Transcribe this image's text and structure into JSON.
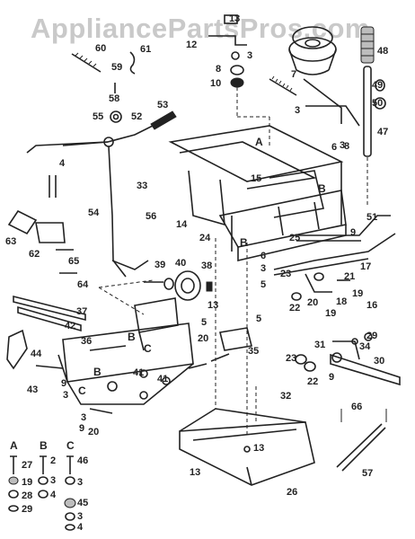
{
  "watermark": "AppliancePartsPros.com",
  "callouts": [
    {
      "id": "p13a",
      "label": "13"
    },
    {
      "id": "p12",
      "label": "12"
    },
    {
      "id": "p3a",
      "label": "3"
    },
    {
      "id": "p8a",
      "label": "8"
    },
    {
      "id": "p10",
      "label": "10"
    },
    {
      "id": "p7",
      "label": "7"
    },
    {
      "id": "p3b",
      "label": "3"
    },
    {
      "id": "p48",
      "label": "48"
    },
    {
      "id": "p49",
      "label": "49"
    },
    {
      "id": "p50",
      "label": "50"
    },
    {
      "id": "p47",
      "label": "47"
    },
    {
      "id": "p60",
      "label": "60"
    },
    {
      "id": "p61",
      "label": "61"
    },
    {
      "id": "p59",
      "label": "59"
    },
    {
      "id": "p58",
      "label": "58"
    },
    {
      "id": "p55",
      "label": "55"
    },
    {
      "id": "p52",
      "label": "52"
    },
    {
      "id": "p53",
      "label": "53"
    },
    {
      "id": "p4a",
      "label": "4"
    },
    {
      "id": "p33",
      "label": "33"
    },
    {
      "id": "p15",
      "label": "15"
    },
    {
      "id": "p14",
      "label": "14"
    },
    {
      "id": "p54",
      "label": "54"
    },
    {
      "id": "p56",
      "label": "56"
    },
    {
      "id": "p24",
      "label": "24"
    },
    {
      "id": "p6a",
      "label": "6"
    },
    {
      "id": "p3c",
      "label": "3"
    },
    {
      "id": "p8b",
      "label": "8"
    },
    {
      "id": "p51",
      "label": "51"
    },
    {
      "id": "p25",
      "label": "25"
    },
    {
      "id": "p9a",
      "label": "9"
    },
    {
      "id": "p17",
      "label": "17"
    },
    {
      "id": "p63",
      "label": "63"
    },
    {
      "id": "p62",
      "label": "62"
    },
    {
      "id": "p65",
      "label": "65"
    },
    {
      "id": "p64",
      "label": "64"
    },
    {
      "id": "p39",
      "label": "39"
    },
    {
      "id": "p40",
      "label": "40"
    },
    {
      "id": "p38",
      "label": "38"
    },
    {
      "id": "p6b",
      "label": "6"
    },
    {
      "id": "p3d",
      "label": "3"
    },
    {
      "id": "p5a",
      "label": "5"
    },
    {
      "id": "p23a",
      "label": "23"
    },
    {
      "id": "p21",
      "label": "21"
    },
    {
      "id": "p13b",
      "label": "13"
    },
    {
      "id": "p22a",
      "label": "22"
    },
    {
      "id": "p20a",
      "label": "20"
    },
    {
      "id": "p18",
      "label": "18"
    },
    {
      "id": "p19a",
      "label": "19"
    },
    {
      "id": "p19b",
      "label": "19"
    },
    {
      "id": "p16",
      "label": "16"
    },
    {
      "id": "p42",
      "label": "42"
    },
    {
      "id": "p37",
      "label": "37"
    },
    {
      "id": "p5b",
      "label": "5"
    },
    {
      "id": "p5c",
      "label": "5"
    },
    {
      "id": "p29a",
      "label": "29"
    },
    {
      "id": "p34",
      "label": "34"
    },
    {
      "id": "p31",
      "label": "31"
    },
    {
      "id": "p36",
      "label": "36"
    },
    {
      "id": "p44",
      "label": "44"
    },
    {
      "id": "p20b",
      "label": "20"
    },
    {
      "id": "p35",
      "label": "35"
    },
    {
      "id": "p30",
      "label": "30"
    },
    {
      "id": "p23b",
      "label": "23"
    },
    {
      "id": "p22b",
      "label": "22"
    },
    {
      "id": "p9b",
      "label": "9"
    },
    {
      "id": "p41a",
      "label": "41"
    },
    {
      "id": "p41b",
      "label": "41"
    },
    {
      "id": "p43",
      "label": "43"
    },
    {
      "id": "p9c",
      "label": "9"
    },
    {
      "id": "p3e",
      "label": "3"
    },
    {
      "id": "p3f",
      "label": "3"
    },
    {
      "id": "p9d",
      "label": "9"
    },
    {
      "id": "p20c",
      "label": "20"
    },
    {
      "id": "p32",
      "label": "32"
    },
    {
      "id": "p66",
      "label": "66"
    },
    {
      "id": "p57",
      "label": "57"
    },
    {
      "id": "p13c",
      "label": "13"
    },
    {
      "id": "p13d",
      "label": "13"
    },
    {
      "id": "p26",
      "label": "26"
    }
  ],
  "letters": [
    {
      "id": "lA1",
      "label": "A"
    },
    {
      "id": "lB1",
      "label": "B"
    },
    {
      "id": "lB2",
      "label": "B"
    },
    {
      "id": "lB3",
      "label": "B"
    },
    {
      "id": "lC1",
      "label": "C"
    },
    {
      "id": "lC2",
      "label": "C"
    },
    {
      "id": "lB4",
      "label": "B"
    }
  ],
  "legend": {
    "columns": [
      {
        "header": "A",
        "items": [
          "27",
          "19",
          "28",
          "29"
        ]
      },
      {
        "header": "B",
        "items": [
          "2",
          "3",
          "4"
        ]
      },
      {
        "header": "C",
        "items": [
          "46",
          "3",
          "45",
          "3",
          "4"
        ]
      }
    ]
  }
}
